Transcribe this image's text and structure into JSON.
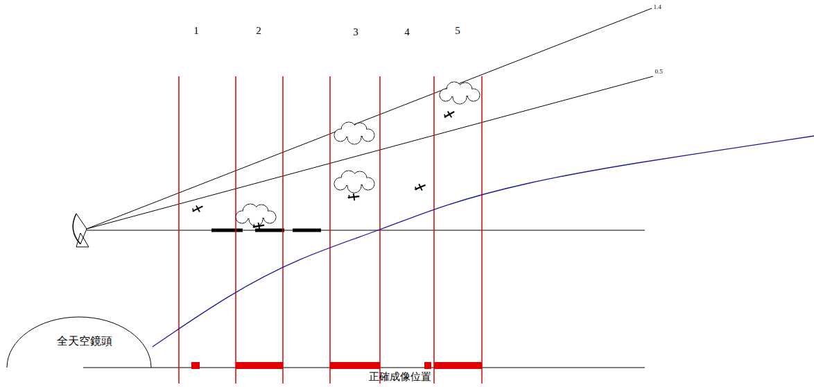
{
  "diagram": {
    "nodes": [
      {
        "text": [
          "全天空鏡頭"
        ]
      }
    ],
    "labels": [
      "1",
      "2",
      "3",
      "4",
      "5",
      "1.4",
      "0.5",
      "正確成像位置"
    ]
  }
}
